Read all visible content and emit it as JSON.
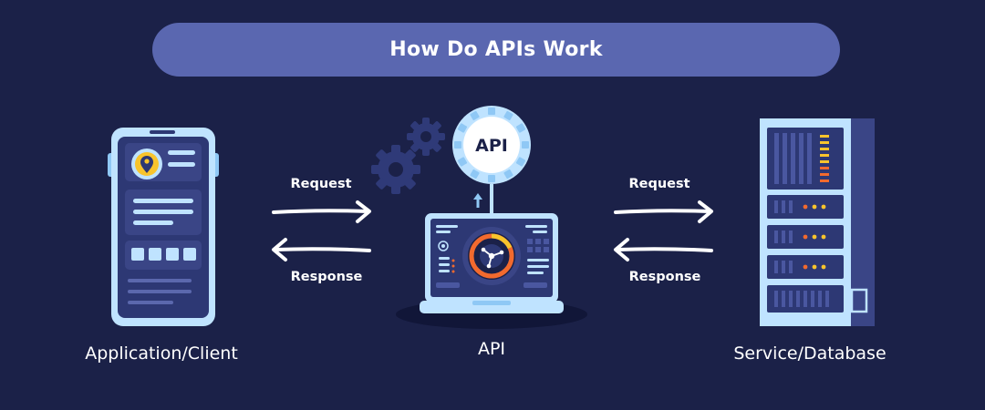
{
  "title": "How Do APIs Work",
  "nodes": {
    "client": "Application/Client",
    "api": "API",
    "database": "Service/Database"
  },
  "api_badge": "API",
  "left_arrows": {
    "request": "Request",
    "response": "Response"
  },
  "right_arrows": {
    "request": "Request",
    "response": "Response"
  },
  "colors": {
    "background": "#1b2148",
    "title_pill": "#5a67b0",
    "device_frame": "#bfe3ff",
    "screen": "#2d3874",
    "accent_orange": "#f26a2e",
    "accent_yellow": "#f8c42c",
    "arrow": "#ffffff"
  }
}
